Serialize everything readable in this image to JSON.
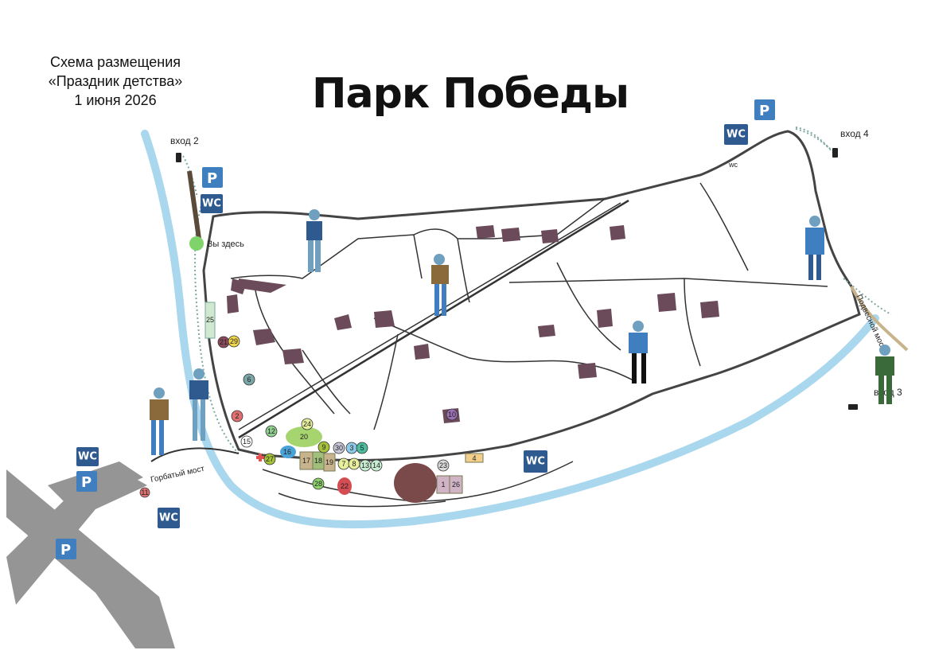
{
  "heading": {
    "line1": "Схема размещения",
    "line2": "«Праздник детства»",
    "line3": "1 июня 2026"
  },
  "park_title": "Парк Победы",
  "labels": {
    "entrance2": "вход 2",
    "entrance3": "вход 3",
    "entrance4": "вход 4",
    "you_are_here": "Вы здесь",
    "humpback_bridge": "Горбатый мост",
    "suspension_bridge": "Подвесной мост",
    "wc_small": "wc"
  },
  "icons": {
    "wc": "WC",
    "parking": "P"
  },
  "markers": {
    "m1": "1",
    "m2": "2",
    "m3": "3",
    "m4": "4",
    "m5": "5",
    "m6": "6",
    "m7": "7",
    "m8": "8",
    "m9": "9",
    "m10": "10",
    "m11": "11",
    "m12": "12",
    "m13": "13",
    "m14": "14",
    "m15": "15",
    "m16": "16",
    "m17": "17",
    "m18": "18",
    "m19": "19",
    "m20": "20",
    "m21": "21",
    "m22": "22",
    "m23": "23",
    "m24": "24",
    "m25": "25",
    "m26": "26",
    "m27": "27",
    "m28": "28",
    "m29": "29",
    "m30": "30"
  },
  "colors": {
    "river": "#a9d7ee",
    "wc_sign": "#2f5a8f",
    "road": "#8a8a8a",
    "boundary": "#444444",
    "dotted_edge": "#7fa9a4",
    "you_are_here": "#7ed36b",
    "pavilion": "#6b4a5a"
  }
}
